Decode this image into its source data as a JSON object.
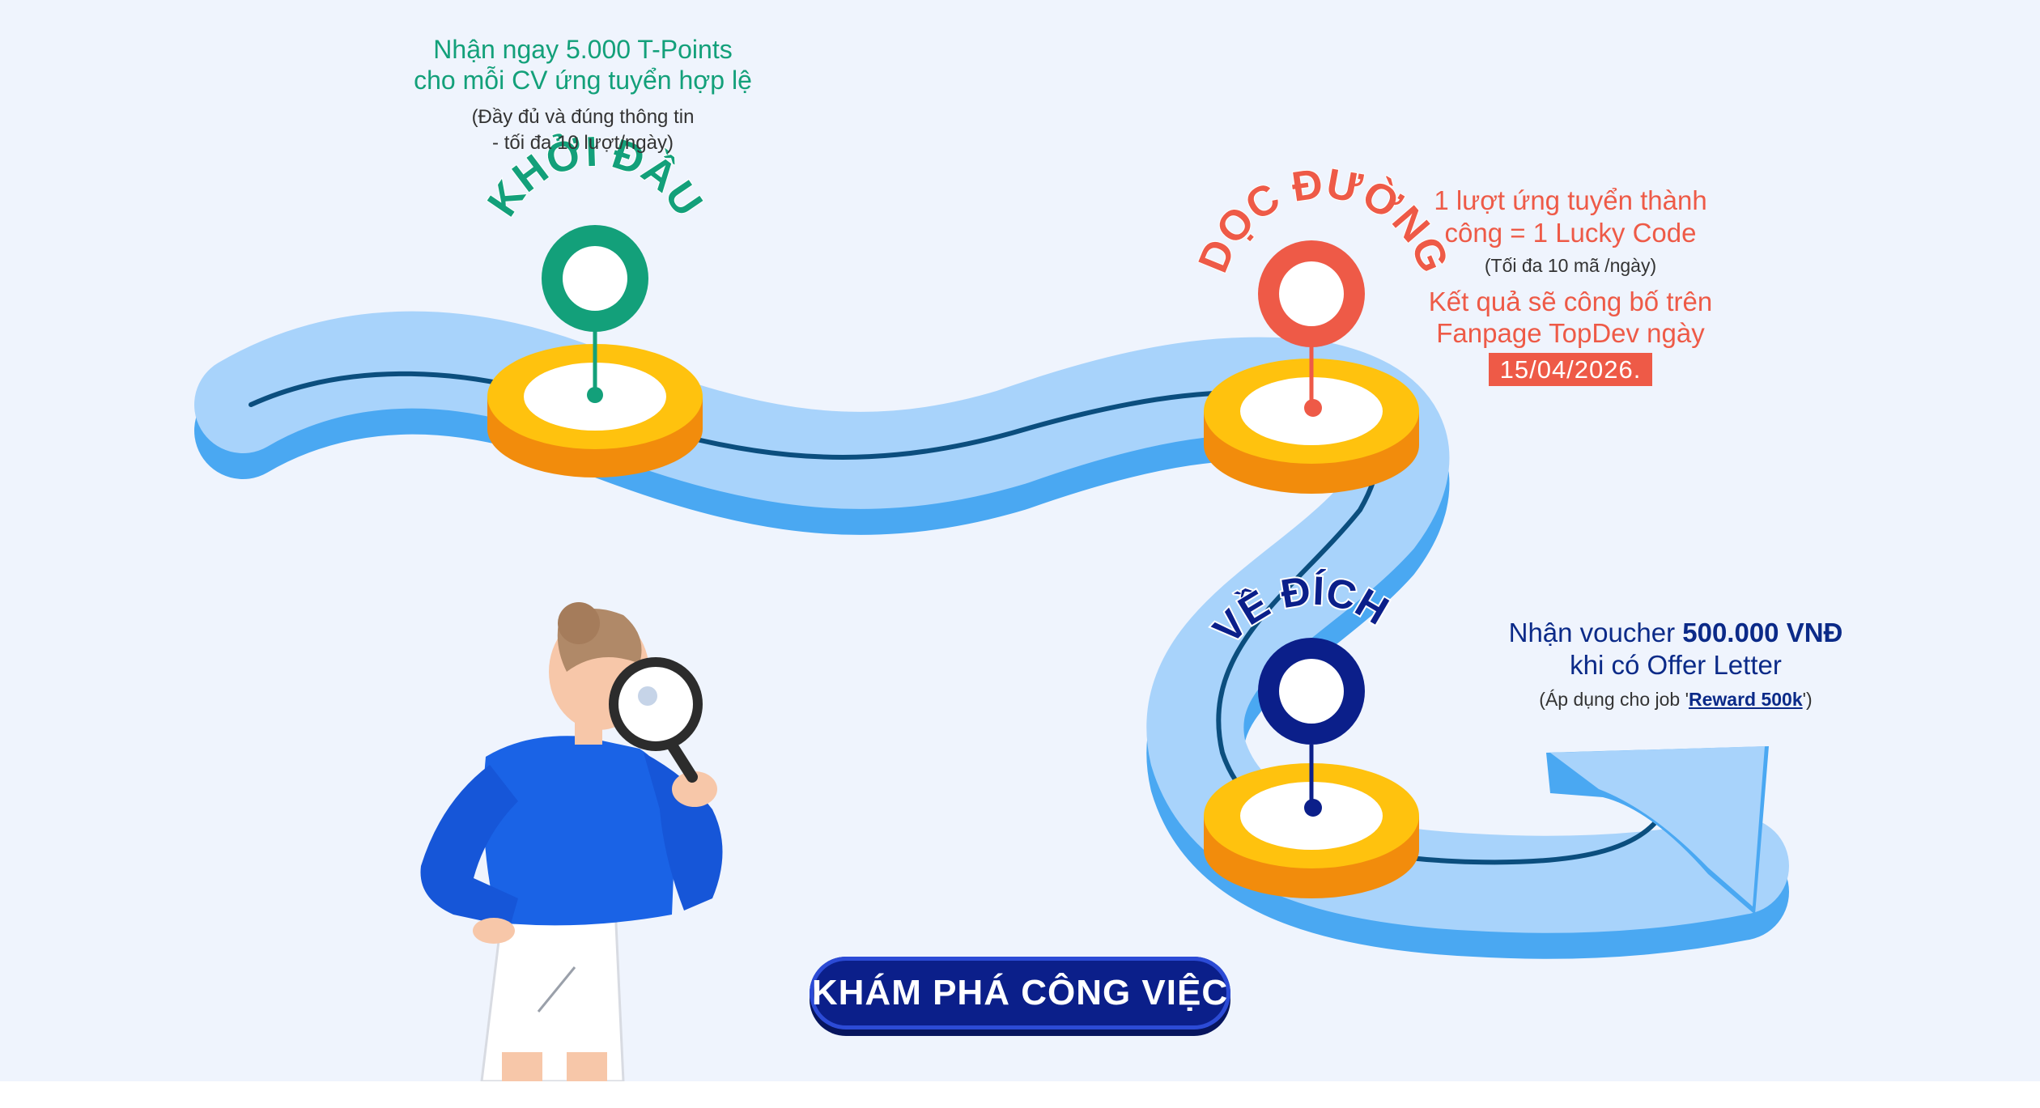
{
  "stages": {
    "start": {
      "label": "KHỞI ĐẦU",
      "line1": "Nhận ngay 5.000 T-Points",
      "line2": "cho mỗi CV ứng tuyển hợp lệ",
      "note1": "(Đầy đủ và đúng thông tin",
      "note2": "- tối đa 10 lượt/ngày)",
      "color": "#13a07a"
    },
    "middle": {
      "label": "DỌC ĐƯỜNG",
      "line1": "1 lượt ứng tuyển thành",
      "line2": "công = 1 Lucky Code",
      "note": "(Tối đa 10 mã /ngày)",
      "line3": "Kết quả sẽ công bố trên",
      "line4": "Fanpage TopDev ngày",
      "date": "15/04/2026.",
      "color": "#ee5a47"
    },
    "finish": {
      "label": "VỀ ĐÍCH",
      "line1_prefix": "Nhận voucher ",
      "line1_bold": "500.000 VNĐ",
      "line2": "khi có Offer Letter",
      "note_prefix": "(Áp dụng cho job '",
      "note_link": "Reward 500k",
      "note_suffix": "')",
      "color": "#0b2a88"
    }
  },
  "cta": {
    "label": "KHÁM PHÁ CÔNG VIỆC"
  },
  "icons": [
    "woman-magnifier-illustration",
    "location-pin-icon",
    "arrow-icon"
  ]
}
